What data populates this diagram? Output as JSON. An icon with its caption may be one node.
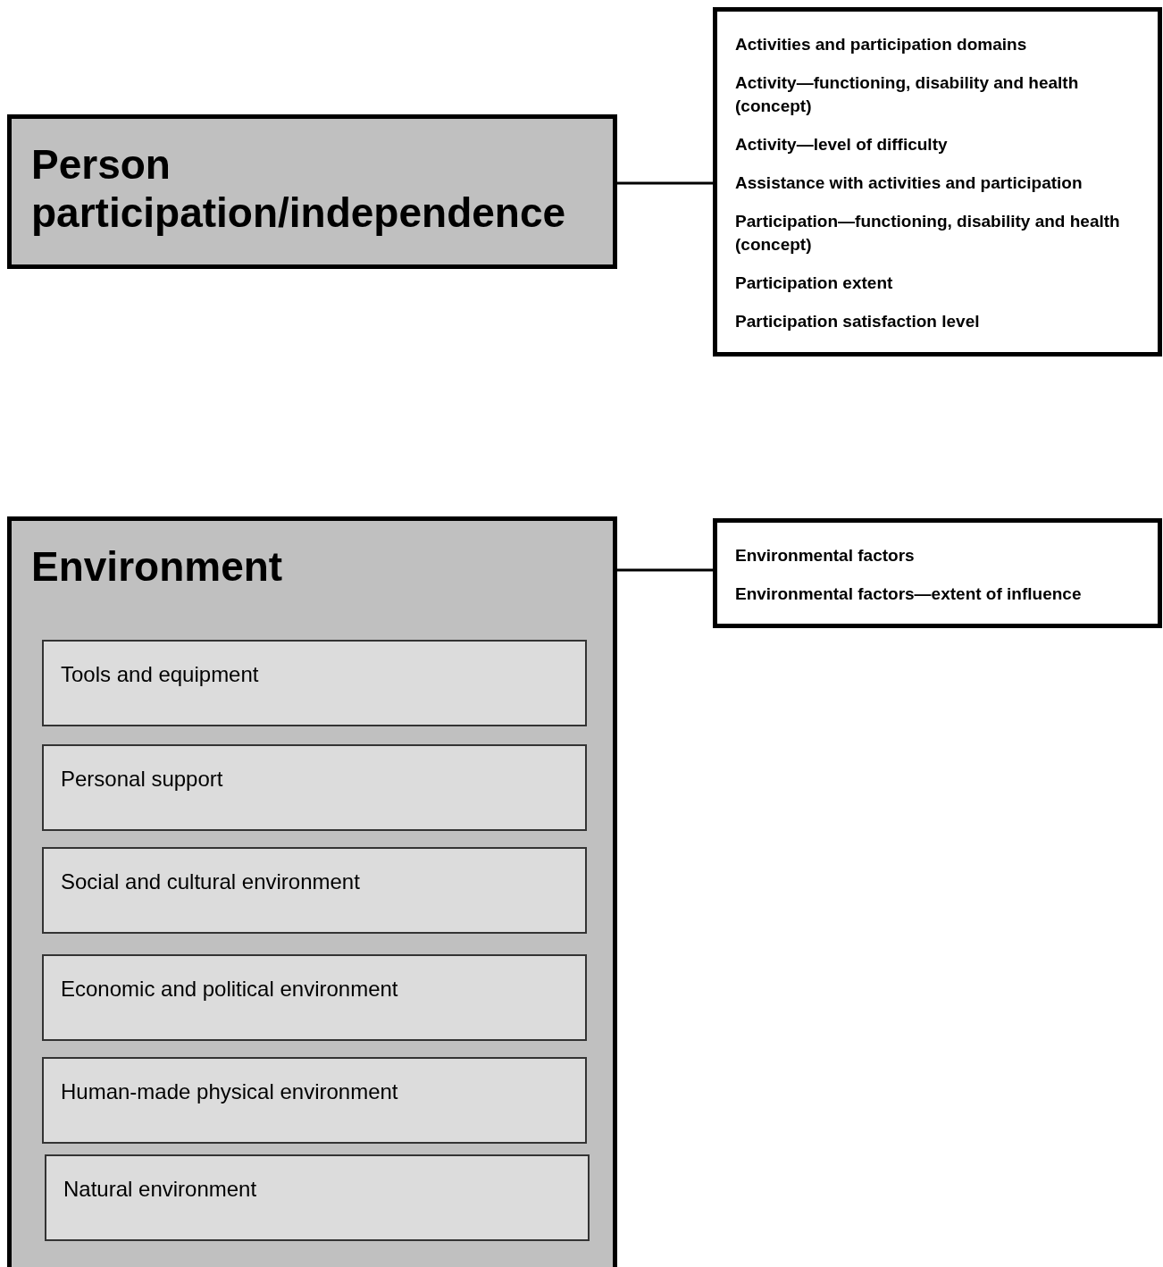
{
  "diagram": {
    "nodes": [
      {
        "text": [
          "Person participation/independence"
        ]
      },
      {
        "text": [
          "Activities and participation domains",
          "Activity—functioning, disability and health (concept)",
          "Activity—level of difficulty",
          "Assistance with activities and participation",
          "Participation—functioning, disability and health (concept)",
          "Participation extent",
          "Participation satisfaction level"
        ]
      },
      {
        "text": [
          "Environment"
        ]
      },
      {
        "text": [
          "Tools and equipment"
        ],
        "in": 2
      },
      {
        "text": [
          "Personal support"
        ],
        "in": 2
      },
      {
        "text": [
          "Social and cultural environment"
        ],
        "in": 2
      },
      {
        "text": [
          "Economic and political environment"
        ],
        "in": 2
      },
      {
        "text": [
          "Human-made physical environment"
        ],
        "in": 2
      },
      {
        "text": [
          "Natural environment"
        ],
        "in": 2
      },
      {
        "text": [
          "Environmental factors",
          "Environmental factors—extent of influence"
        ]
      }
    ],
    "edges": [
      {
        "from": 0,
        "to": 1,
        "arrow": "none"
      },
      {
        "from": 2,
        "to": 9,
        "arrow": "none"
      }
    ]
  }
}
